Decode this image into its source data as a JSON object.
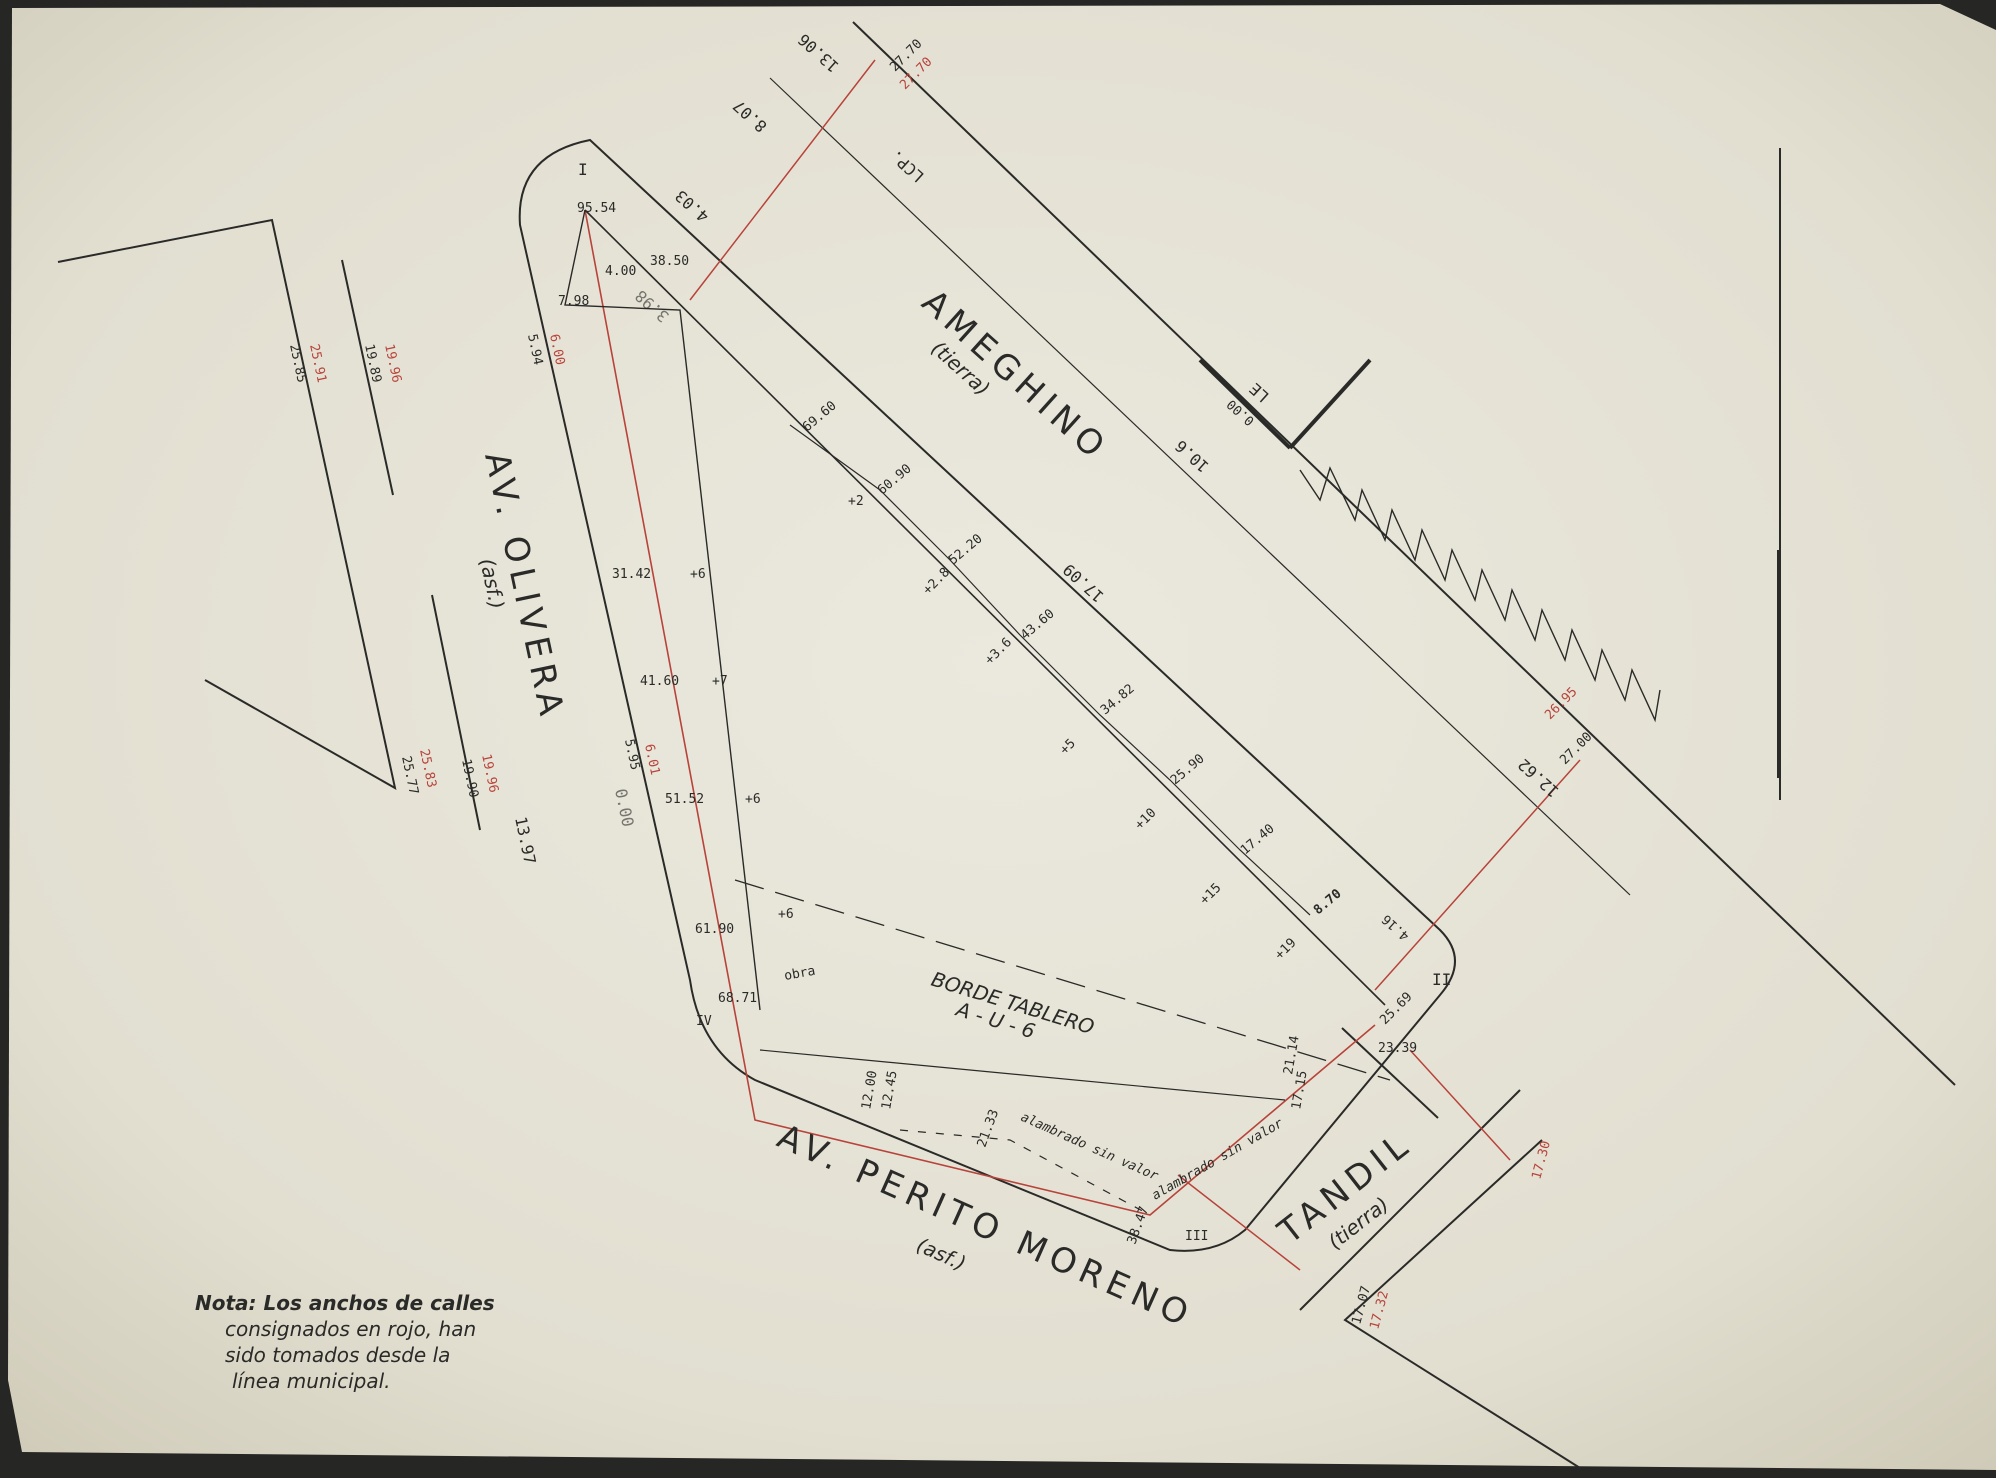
{
  "streets": {
    "ameghino": {
      "name": "AMEGHINO",
      "surface": "(tierra)"
    },
    "olivera": {
      "name": "AV. OLIVERA",
      "surface": "(asf.)"
    },
    "perito_moreno": {
      "name": "AV. PERITO MORENO",
      "surface": "(asf.)"
    },
    "tandil": {
      "name": "TANDIL",
      "surface": "(tierra)"
    }
  },
  "labels": {
    "borde_tablero": "BORDE TABLERO",
    "au6": "A - U - 6",
    "lcp": "LCP.",
    "le": "LE",
    "alambrado_1": "alambrado sin valor",
    "alambrado_2": "alambrado sin valor",
    "obra": "obra",
    "vertex_1": "I",
    "vertex_2": "II",
    "vertex_3": "III",
    "vertex_4": "IV"
  },
  "note": {
    "line1": "Nota: Los anchos de calles",
    "line2": "consignados en rojo, han",
    "line3": "sido tomados desde la",
    "line4": "línea municipal."
  },
  "measures": {
    "m_13_06": "13.06",
    "m_27_70": "27.70",
    "m_27_70r": "27.70",
    "m_8_07": "8.07",
    "m_4_03": "4.03",
    "m_95_54": "95.54",
    "m_38_50": "38.50",
    "m_4_00": "4.00",
    "m_7_98": "7.98",
    "m_3_98": "3.98",
    "m_6_00": "6.00",
    "m_5_94": "5.94",
    "m_69_60": "69.60",
    "m_60_90": "60.90",
    "m_52_20": "52.20",
    "m_43_60": "43.60",
    "m_34_82": "34.82",
    "m_25_90": "25.90",
    "m_17_40": "17.40",
    "m_8_70": "8.70",
    "m_17_09": "17.09",
    "m_10_6": "10.6",
    "m_0_00a": "0.00",
    "m_12_62": "12.62",
    "m_27_00": "27.00",
    "m_26_95": "26.95",
    "m_4_16": "4.16",
    "m_31_42": "31.42",
    "m_41_60": "41.60",
    "m_51_52": "51.52",
    "m_61_90": "61.90",
    "m_68_71": "68.71",
    "m_5_95": "5.95",
    "m_6_01": "6.01",
    "m_0_00b": "0.00",
    "m_25_85": "25.85",
    "m_25_91": "25.91",
    "m_19_89": "19.89",
    "m_19_96": "19.96",
    "m_25_77": "25.77",
    "m_25_83": "25.83",
    "m_19_90": "19.90",
    "m_19_96b": "19.96",
    "m_13_97": "13.97",
    "m_38_47": "38.47",
    "m_21_33": "21.33",
    "m_12_00": "12.00",
    "m_12_45": "12.45",
    "m_23_39": "23.39",
    "m_25_69": "25.69",
    "m_17_15": "17.15",
    "m_21_14": "21.14",
    "m_17_07": "17.07",
    "m_17_32": "17.32",
    "m_17_30": "17.30",
    "p6a": "+6",
    "p7": "+7",
    "p6b": "+6",
    "p6c": "+6",
    "p2": "+2",
    "p28": "+2.8",
    "p36": "+3.6",
    "p5": "+5",
    "p10": "+10",
    "p15": "+15",
    "p19": "+19"
  },
  "colors": {
    "paper": "#e4e1d4",
    "ink": "#2a2a28",
    "red_ink": "#b8433a",
    "edge": "#2e2e2a"
  }
}
